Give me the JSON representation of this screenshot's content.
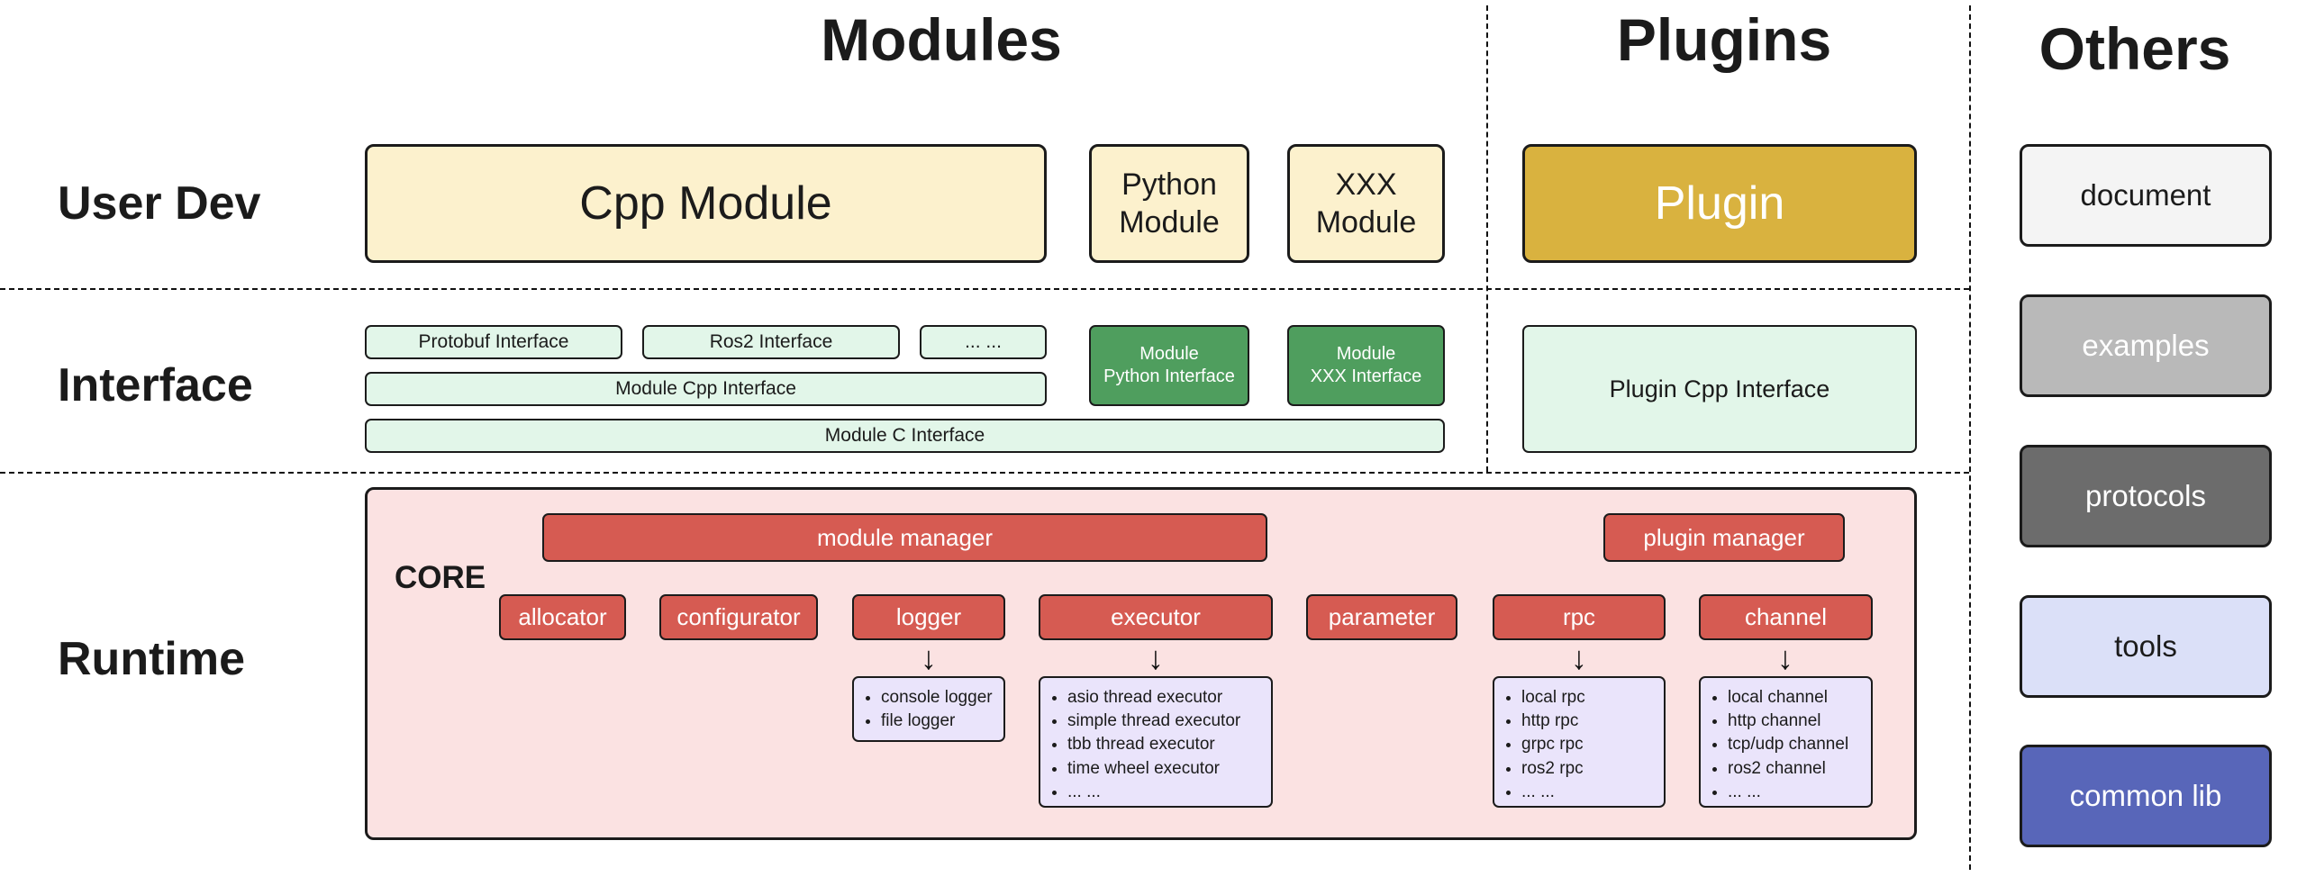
{
  "headers": {
    "modules": "Modules",
    "plugins": "Plugins",
    "others": "Others"
  },
  "row_labels": {
    "user_dev": "User Dev",
    "interface": "Interface",
    "runtime": "Runtime"
  },
  "modules": {
    "user_dev": {
      "cpp_module": "Cpp Module",
      "python_module": "Python\nModule",
      "xxx_module": "XXX\nModule"
    },
    "interface": {
      "protobuf": "Protobuf Interface",
      "ros2": "Ros2 Interface",
      "dots": "... ...",
      "module_cpp": "Module Cpp Interface",
      "module_c": "Module C Interface",
      "module_python": "Module\nPython Interface",
      "module_xxx": "Module\nXXX Interface"
    }
  },
  "plugins": {
    "plugin": "Plugin",
    "plugin_cpp_interface": "Plugin Cpp Interface"
  },
  "runtime": {
    "core_label": "CORE",
    "module_manager": "module manager",
    "plugin_manager": "plugin manager",
    "components": [
      "allocator",
      "configurator",
      "logger",
      "executor",
      "parameter",
      "rpc",
      "channel"
    ],
    "logger_items": [
      "console logger",
      "file logger"
    ],
    "executor_items": [
      "asio thread executor",
      "simple thread executor",
      "tbb thread executor",
      "time wheel executor",
      "... ..."
    ],
    "rpc_items": [
      "local rpc",
      "http rpc",
      "grpc rpc",
      "ros2 rpc",
      "... ..."
    ],
    "channel_items": [
      "local channel",
      "http channel",
      "tcp/udp channel",
      "ros2 channel",
      "... ..."
    ]
  },
  "others": {
    "items": [
      "document",
      "examples",
      "protocols",
      "tools",
      "common lib"
    ]
  },
  "icons": {
    "down_arrow": "↓"
  },
  "colors": {
    "light_yellow": "#FCF1CD",
    "gold": "#D9B23F",
    "light_green": "#E2F6E9",
    "dark_green": "#4F9E5E",
    "pink": "#FBE2E2",
    "red": "#D65B52",
    "lavender": "#EAE4FB",
    "gray_light": "#F4F4F4",
    "gray_mid": "#B9B9B9",
    "gray_dark": "#6C6C6C",
    "tools_lavender": "#DBE0F8",
    "indigo": "#5866B9"
  }
}
